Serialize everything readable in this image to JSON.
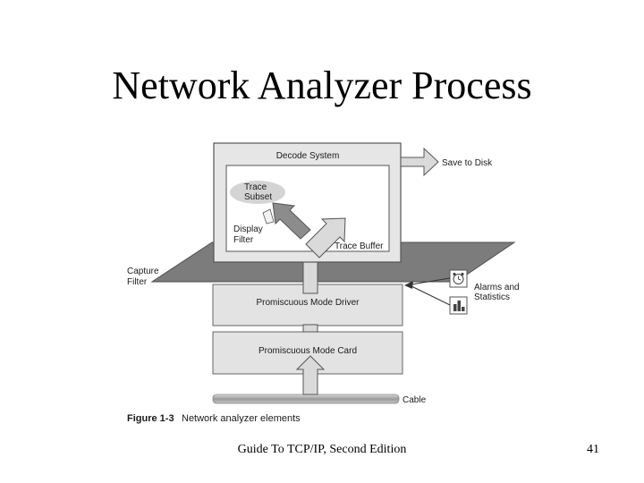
{
  "slide": {
    "title": "Network Analyzer Process",
    "footer": "Guide To TCP/IP, Second Edition",
    "page_number": "41"
  },
  "diagram": {
    "decode_system": "Decode System",
    "save_to_disk": "Save to Disk",
    "trace_subset_line1": "Trace",
    "trace_subset_line2": "Subset",
    "display_filter_line1": "Display",
    "display_filter_line2": "Filter",
    "trace_buffer": "Trace Buffer",
    "capture_filter_line1": "Capture",
    "capture_filter_line2": "Filter",
    "alarms_line1": "Alarms and",
    "alarms_line2": "Statistics",
    "promiscuous_driver": "Promiscuous Mode Driver",
    "promiscuous_card": "Promiscuous Mode Card",
    "cable": "Cable",
    "figure_number": "Figure 1-3",
    "figure_caption": "Network analyzer elements"
  },
  "icons": [
    "alarm-clock-icon",
    "statistics-chart-icon"
  ]
}
